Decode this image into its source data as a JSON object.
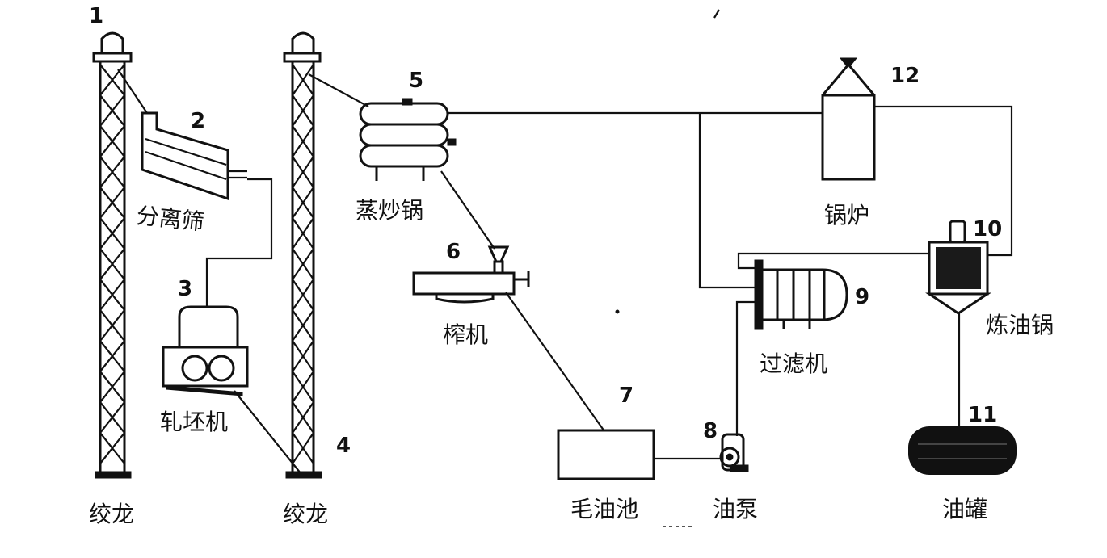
{
  "labels": {
    "n1": "1",
    "n2": "2",
    "n3": "3",
    "n4": "4",
    "n5": "5",
    "n6": "6",
    "n7": "7",
    "n8": "8",
    "n9": "9",
    "n10": "10",
    "n11": "11",
    "n12": "12",
    "conveyor_1": "绞龙",
    "separator": "分离筛",
    "flaker": "轧坯机",
    "conveyor_2": "绞龙",
    "steamer": "蒸炒锅",
    "press": "榨机",
    "crude_oil_tank": "毛油池",
    "pump": "油泵",
    "filter": "过滤机",
    "refining_kettle": "炼油锅",
    "boiler": "锅炉",
    "storage_tank": "油罐"
  }
}
